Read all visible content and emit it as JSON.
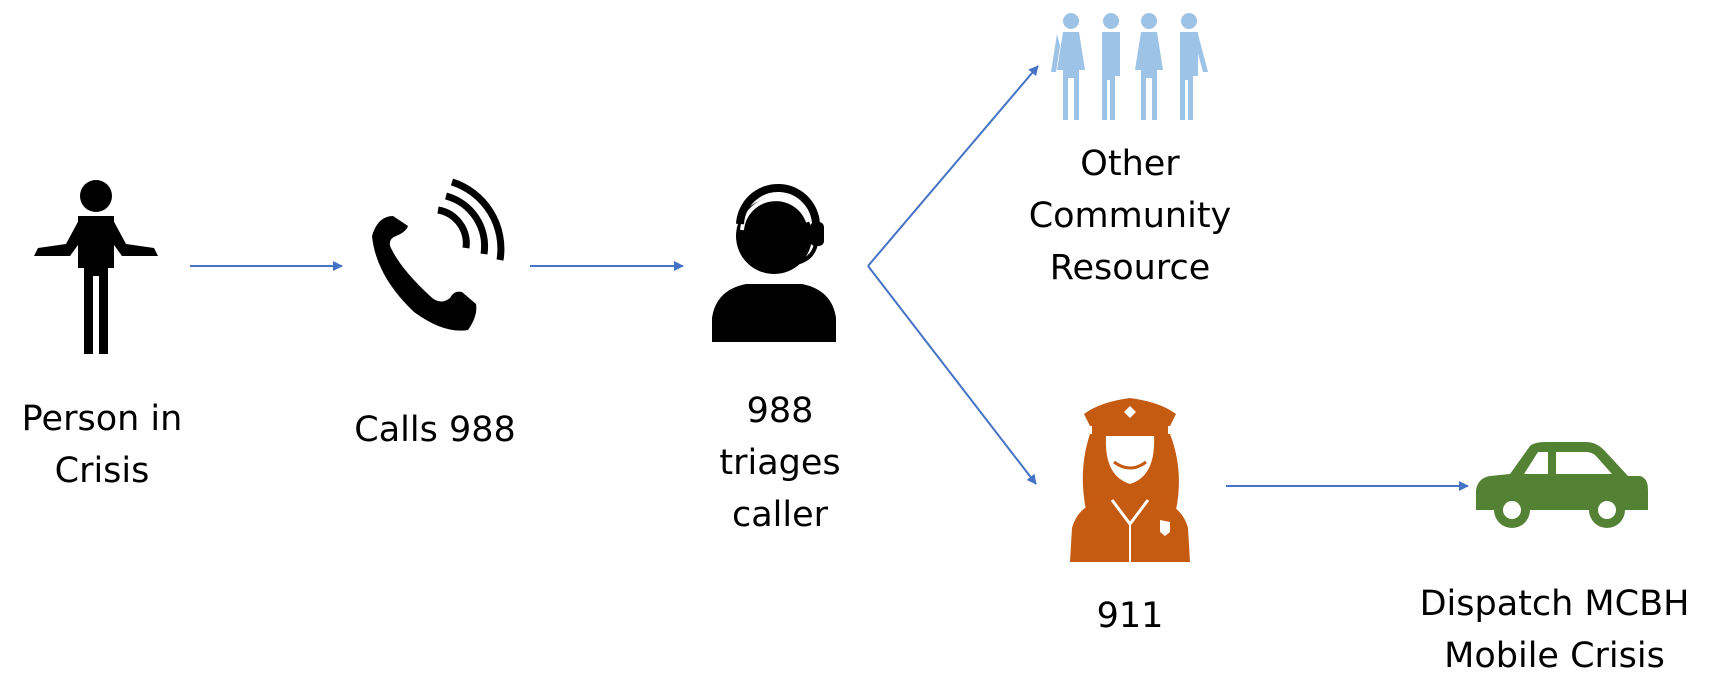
{
  "colors": {
    "arrow": "#4472C4",
    "person": "#000000",
    "phone": "#000000",
    "operator": "#000000",
    "community": "#9DC3E6",
    "officer": "#C55A11",
    "car": "#548235",
    "background": "#FFFFFF"
  },
  "nodes": {
    "person": {
      "label": "Person in\nCrisis",
      "icon": "person-shrugging-icon"
    },
    "calls": {
      "label": "Calls 988",
      "icon": "phone-ringing-icon"
    },
    "triage": {
      "label": "988\ntriages\ncaller",
      "icon": "operator-headset-icon"
    },
    "other": {
      "label": "Other\nCommunity\nResource",
      "icon": "community-group-icon"
    },
    "police": {
      "label": "911",
      "icon": "police-officer-icon"
    },
    "dispatch": {
      "label": "Dispatch MCBH\nMobile Crisis",
      "icon": "car-icon"
    }
  }
}
